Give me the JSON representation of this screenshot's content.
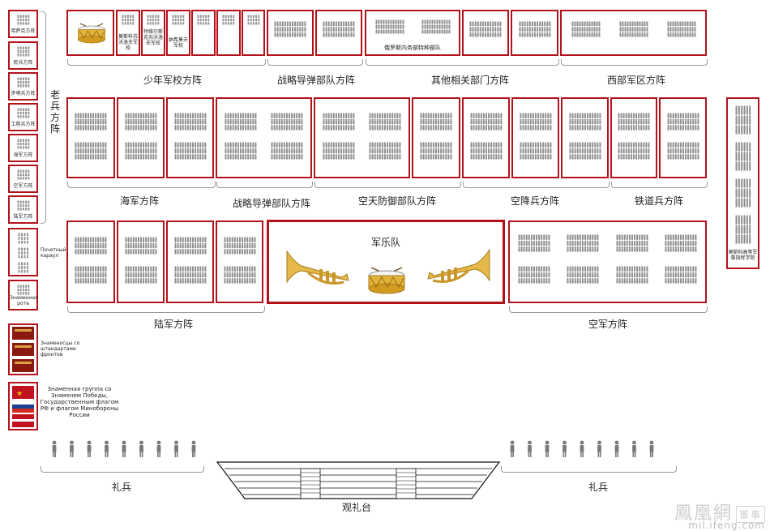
{
  "veterans": {
    "title": "老兵方阵",
    "units": [
      "哈萨克方阵",
      "民兵方阵",
      "步哨兵方阵",
      "工程兵方阵",
      "海军方阵",
      "空军方阵",
      "陆军方阵"
    ]
  },
  "left_column": {
    "honor_guard": "Почетный караул",
    "banner_company": "Знаменная рота",
    "standard_bearers": "Знаменосцы со штандартами фронтов",
    "victory_banner_group": "Знаменная группа со Знаменем Победы, Государственным флагом РФ и флагом Минобороны России"
  },
  "row1": {
    "cadet_units": [
      "莫斯科苏沃洛夫军校",
      "特维尔斯克苏沃洛夫军校",
      "纳希莫夫军校"
    ],
    "interior_ministry": "俄罗斯内务部特种部队",
    "groups": [
      "少年军校方阵",
      "战略导弹部队方阵",
      "其他相关部门方阵",
      "西部军区方阵"
    ]
  },
  "row2": {
    "groups": [
      "海军方阵",
      "战略导弹部队方阵",
      "空天防御部队方阵",
      "空降兵方阵",
      "铁道兵方阵"
    ]
  },
  "row3": {
    "band": "军乐队",
    "groups": [
      "陆军方阵",
      "空军方阵"
    ]
  },
  "right_column": {
    "academy": "莫斯科高等军事指挥学院"
  },
  "bottom": {
    "guard_left": "礼兵",
    "guard_right": "礼兵",
    "tribune": "观礼台"
  },
  "watermark": {
    "brand": "鳳凰網",
    "channel": "軍事",
    "domain": "mil.ifeng.com"
  },
  "colors": {
    "accent": "#b4121b",
    "troops": "#8c8c8c",
    "bracket": "#999999"
  }
}
